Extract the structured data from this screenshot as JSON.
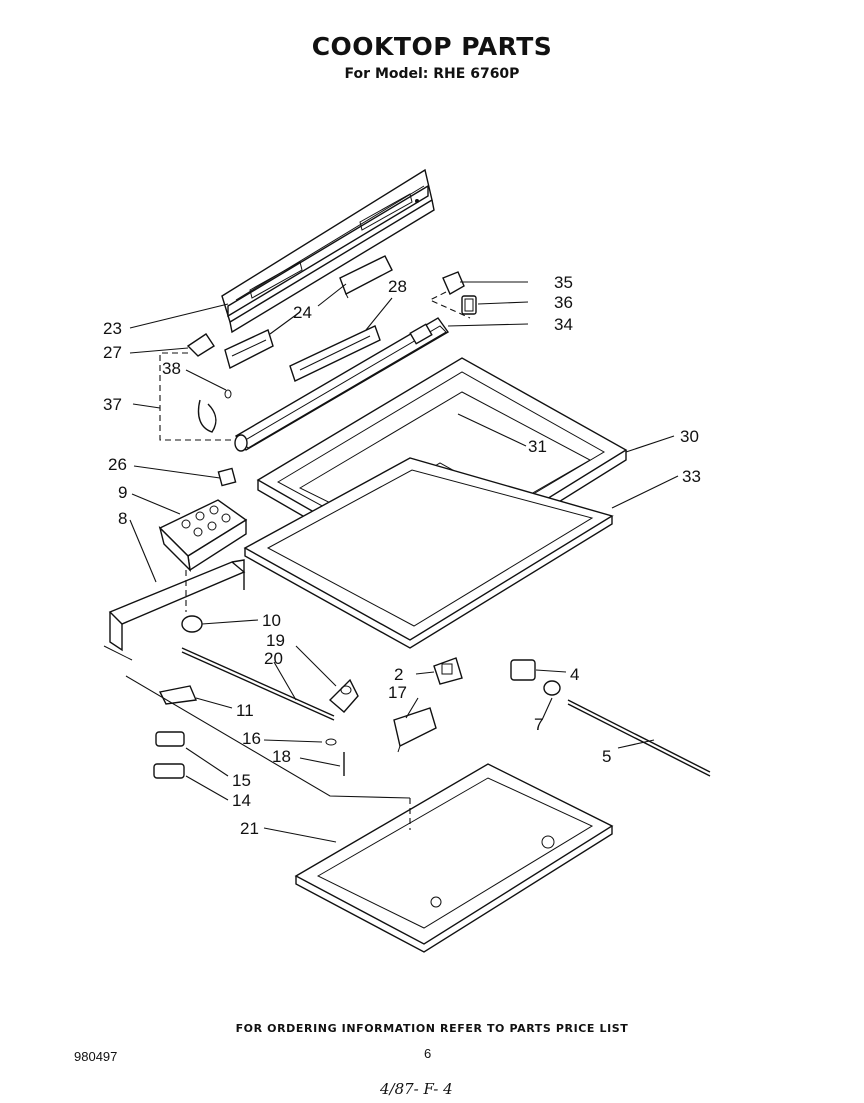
{
  "header": {
    "title": "COOKTOP PARTS",
    "subtitle": "For Model: RHE 6760P"
  },
  "footer": {
    "ordering_note": "FOR ORDERING INFORMATION REFER TO PARTS PRICE LIST",
    "document_number": "980497",
    "page_number": "6",
    "handwritten_note": "4/87- F- 4"
  },
  "part_labels": [
    "2",
    "4",
    "5",
    "7",
    "8",
    "9",
    "10",
    "11",
    "14",
    "15",
    "16",
    "17",
    "18",
    "19",
    "20",
    "21",
    "23",
    "24",
    "26",
    "27",
    "28",
    "30",
    "31",
    "33",
    "34",
    "35",
    "36",
    "37",
    "38"
  ]
}
